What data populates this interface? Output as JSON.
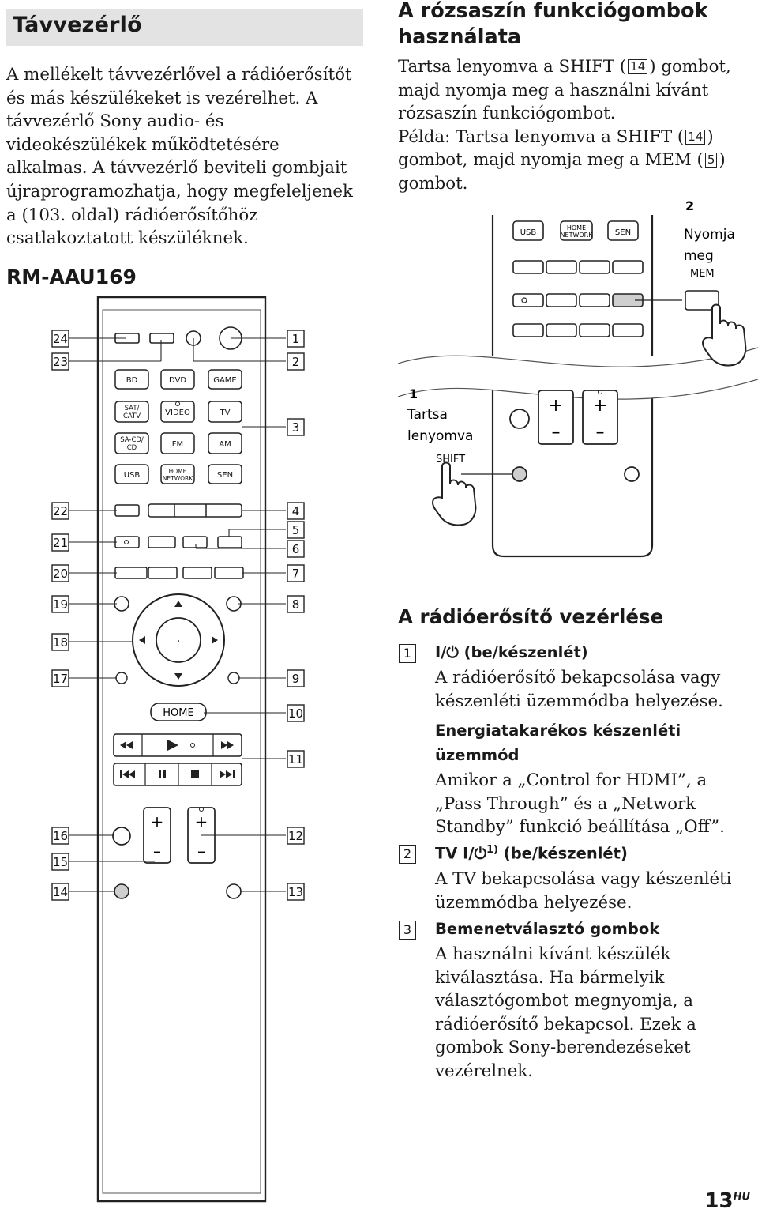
{
  "section_title": "Távvezérlő",
  "intro": "A mellékelt távvezérlővel a rádióerősítőt és más készülékeket is vezérelhet. A távvezérlő Sony audio- és videokészülékek működtetésére alkalmas. A távvezérlő beviteli gombjait újraprogramozhatja, hogy megfeleljenek a (103. oldal) rádióerősítőhöz csatlakoztatott készüléknek.",
  "model": "RM-AAU169",
  "pink": {
    "title": "A rózsaszín funkciógombok használata",
    "p1_a": "Tartsa lenyomva a SHIFT (",
    "p1_num": "14",
    "p1_b": ") gombot, majd nyomja meg a használni kívánt rózsaszín funkciógombot.",
    "p2_a": "Példa: Tartsa lenyomva a SHIFT (",
    "p2_num1": "14",
    "p2_b": ") gombot, majd nyomja meg a MEM (",
    "p2_num2": "5",
    "p2_c": ") gombot."
  },
  "inset": {
    "step1_num": "1",
    "step1_line1": "Tartsa",
    "step1_line2": "lenyomva",
    "step2_num": "2",
    "step2_line1": "Nyomja",
    "step2_line2": "meg",
    "shift_label": "SHIFT",
    "mem_label": "MEM",
    "btn_usb": "USB",
    "btn_home1": "HOME",
    "btn_home2": "NETWORK",
    "btn_sen": "SEN"
  },
  "remote": {
    "buttons": {
      "bd": "BD",
      "dvd": "DVD",
      "game": "GAME",
      "sat1": "SAT/",
      "sat2": "CATV",
      "video": "VIDEO",
      "tv": "TV",
      "sacd1": "SA-CD/",
      "sacd2": "CD",
      "fm": "FM",
      "am": "AM",
      "usb": "USB",
      "home1": "HOME",
      "home2": "NETWORK",
      "sen": "SEN",
      "home": "HOME"
    },
    "callouts_left": [
      "24",
      "23",
      "22",
      "21",
      "20",
      "19",
      "18",
      "17",
      "16",
      "15",
      "14"
    ],
    "callouts_right": [
      "1",
      "2",
      "3",
      "4",
      "5",
      "6",
      "7",
      "8",
      "9",
      "10",
      "11",
      "12",
      "13"
    ]
  },
  "control_section": {
    "title": "A rádióerősítő vezérlése",
    "items": [
      {
        "num": "1",
        "head_a": "I/",
        "head_b": " (be/készenlét)",
        "text": "A rádióerősítő bekapcsolása vagy készenléti üzemmódba helyezése.",
        "sub_title": "Energiatakarékos készenléti üzemmód",
        "sub_text": "Amikor a „Control for HDMI”, a „Pass Through” és a „Network Standby” funkció beállítása „Off”."
      },
      {
        "num": "2",
        "head_a": "TV I/",
        "head_sup": "1)",
        "head_b": " (be/készenlét)",
        "text": "A TV bekapcsolása vagy készenléti üzemmódba helyezése."
      },
      {
        "num": "3",
        "head_a": "Bemenetválasztó gombok",
        "text": "A használni kívánt készülék kiválasztása. Ha bármelyik választógombot megnyomja, a rádióerősítő bekapcsol. Ezek a gombok Sony-berendezéseket vezérelnek."
      }
    ]
  },
  "page": {
    "number": "13",
    "lang": "HU"
  }
}
